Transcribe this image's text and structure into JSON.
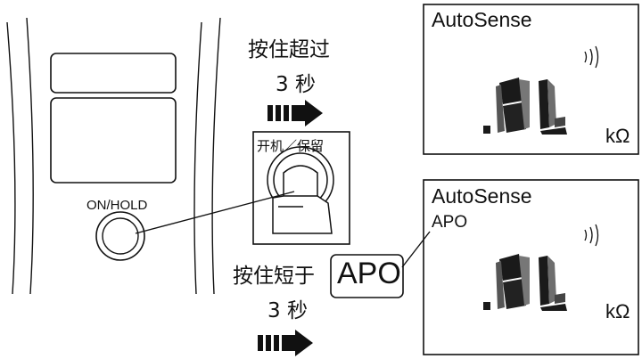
{
  "device": {
    "button_label": "ON/HOLD",
    "zoom_label": "开机／保留"
  },
  "long_press": {
    "line1": "按住超过",
    "line2": "3 秒"
  },
  "short_press": {
    "line1": "按住短于",
    "line2": "3 秒"
  },
  "callout": {
    "label": "APO"
  },
  "lcd_top": {
    "mode": "AutoSense",
    "reading": ".OL",
    "unit": "kΩ",
    "continuity_icon": "sound-wave-icon"
  },
  "lcd_bottom": {
    "mode": "AutoSense",
    "status": "APO",
    "reading": ".OL",
    "unit": "kΩ",
    "continuity_icon": "sound-wave-icon"
  },
  "colors": {
    "ink": "#111111",
    "segment_dark": "#1a1a1a",
    "segment_mid": "#6e6e6e"
  }
}
